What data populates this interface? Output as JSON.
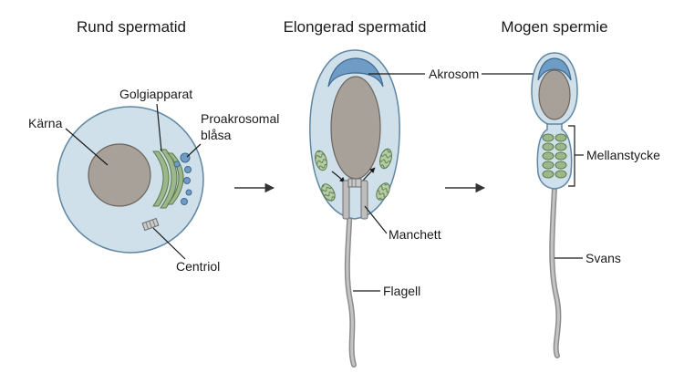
{
  "stages": {
    "round": "Rund spermatid",
    "elongated": "Elongerad spermatid",
    "mature": "Mogen spermie"
  },
  "labels": {
    "nucleus": "Kärna",
    "golgi": "Golgiapparat",
    "proacrosomal_line1": "Proakrosomal",
    "proacrosomal_line2": "blåsa",
    "centriole": "Centriol",
    "acrosome": "Akrosom",
    "manchette": "Manchett",
    "flagellum": "Flagell",
    "midpiece": "Mellanstycke",
    "tail": "Svans"
  },
  "colors": {
    "cytoplasm": "#cfe0ea",
    "membrane": "#5f86a3",
    "nucleus": "#a8a19a",
    "acrosome": "#6f9cc4",
    "mitochondria": "#9cb78a",
    "flagellum": "#9d9d9d"
  }
}
